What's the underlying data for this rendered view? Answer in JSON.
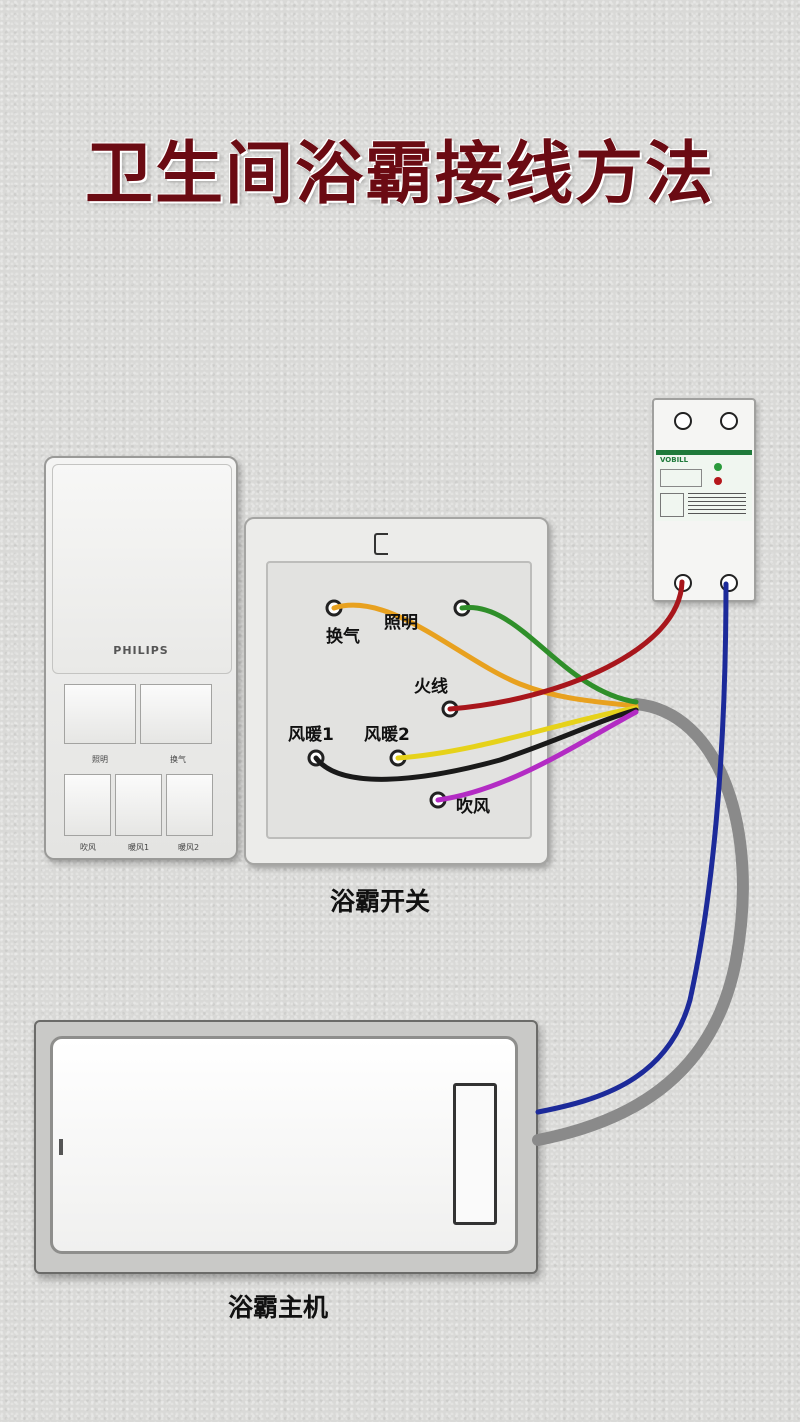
{
  "title": "卫生间浴霸接线方法",
  "labels": {
    "switch": "浴霸开关",
    "host": "浴霸主机"
  },
  "switch_panel": {
    "brand": "PHILIPS",
    "key_labels": [
      "照明",
      "换气",
      "吹风",
      "暖风1",
      "暖风2"
    ]
  },
  "terminals": {
    "huanqi": "换气",
    "zhaoming": "照明",
    "huoxian": "火线",
    "fengnuan1": "风暖1",
    "fengnuan2": "风暖2",
    "chuifeng": "吹风"
  },
  "breaker": {
    "brand": "VOBILL"
  },
  "colors": {
    "title": "#6b0b13",
    "wire_orange": "#e8a11f",
    "wire_green": "#2f8f2a",
    "wire_red": "#a8161c",
    "wire_yellow": "#e6d21a",
    "wire_black": "#1a1a1a",
    "wire_purple": "#b32cc4",
    "wire_blue": "#1c2a9a",
    "wire_gray": "#8a8a8a"
  }
}
